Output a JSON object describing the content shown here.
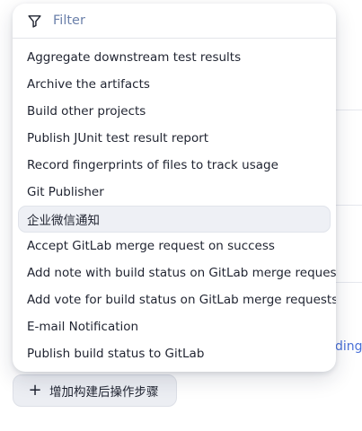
{
  "filter": {
    "placeholder": "Filter",
    "value": ""
  },
  "options": [
    {
      "label": "Aggregate downstream test results"
    },
    {
      "label": "Archive the artifacts"
    },
    {
      "label": "Build other projects"
    },
    {
      "label": "Publish JUnit test result report"
    },
    {
      "label": "Record fingerprints of files to track usage"
    },
    {
      "label": "Git Publisher"
    },
    {
      "label": "企业微信通知",
      "active": true
    },
    {
      "label": "Accept GitLab merge request on success"
    },
    {
      "label": "Add note with build status on GitLab merge requests"
    },
    {
      "label": "Add vote for build status on GitLab merge requests"
    },
    {
      "label": "E-mail Notification"
    },
    {
      "label": "Publish build status to GitLab"
    }
  ],
  "background": {
    "partial_link_text": "ding"
  },
  "add_step_button": {
    "icon": "plus-icon",
    "label": "增加构建后操作步骤"
  },
  "colors": {
    "placeholder": "#6b80aa",
    "active_row": "#eef0f5",
    "link": "#4a71d8"
  }
}
